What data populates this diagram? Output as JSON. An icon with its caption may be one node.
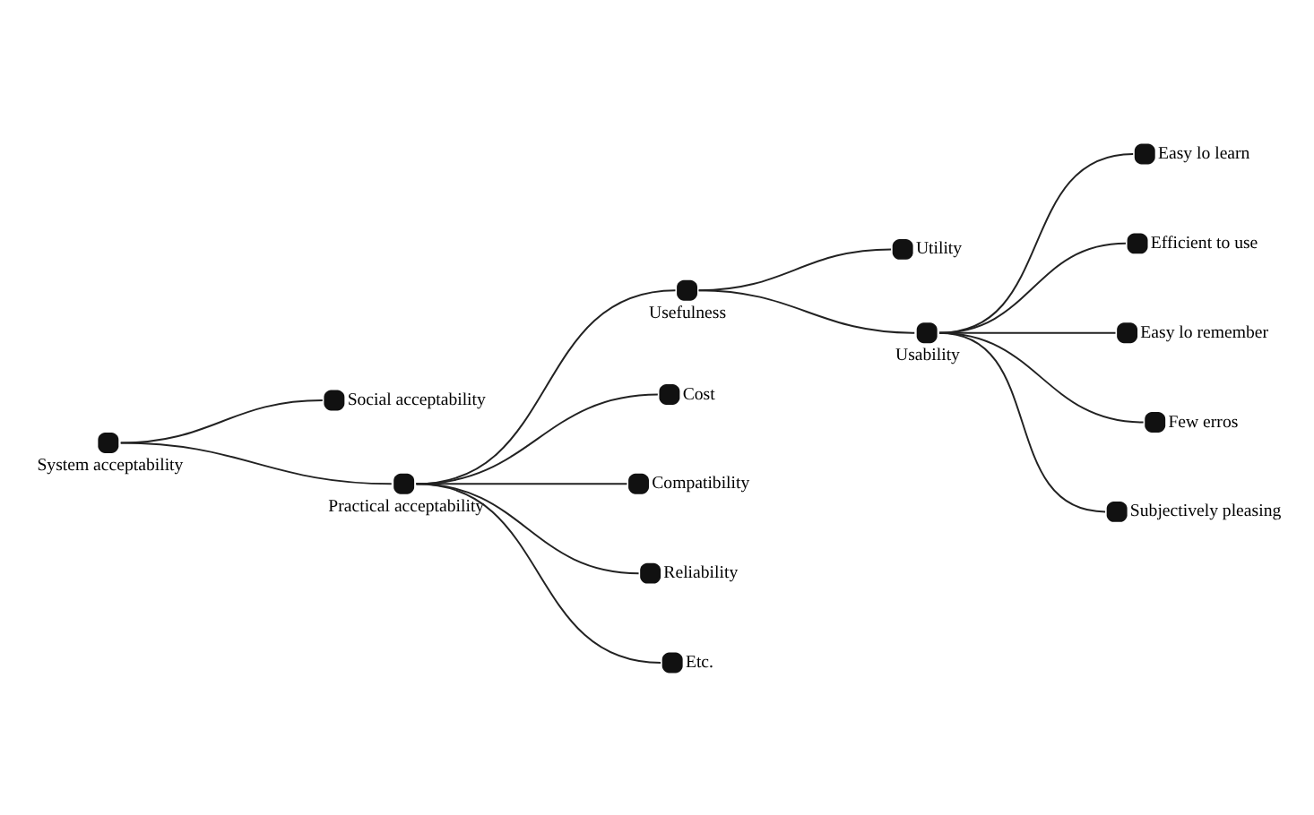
{
  "diagram": {
    "nodes": [
      {
        "text": [
          "System acceptability"
        ]
      },
      {
        "text": [
          "Social acceptability"
        ]
      },
      {
        "text": [
          "Practical acceptability"
        ]
      },
      {
        "text": [
          "Usefulness"
        ]
      },
      {
        "text": [
          "Cost"
        ]
      },
      {
        "text": [
          "Compatibility"
        ]
      },
      {
        "text": [
          "Reliability"
        ]
      },
      {
        "text": [
          "Etc."
        ]
      },
      {
        "text": [
          "Utility"
        ]
      },
      {
        "text": [
          "Usability"
        ]
      },
      {
        "text": [
          "Easy lo learn"
        ]
      },
      {
        "text": [
          "Efficient to use"
        ]
      },
      {
        "text": [
          "Easy lo remember"
        ]
      },
      {
        "text": [
          "Few erros"
        ]
      },
      {
        "text": [
          "Subjectively pleasing"
        ]
      }
    ],
    "edges": [
      {
        "from": 0,
        "to": 1,
        "arrow": "none"
      },
      {
        "from": 0,
        "to": 2,
        "arrow": "none"
      },
      {
        "from": 2,
        "to": 3,
        "arrow": "none"
      },
      {
        "from": 2,
        "to": 4,
        "arrow": "none"
      },
      {
        "from": 2,
        "to": 5,
        "arrow": "none"
      },
      {
        "from": 2,
        "to": 6,
        "arrow": "none"
      },
      {
        "from": 2,
        "to": 7,
        "arrow": "none"
      },
      {
        "from": 3,
        "to": 8,
        "arrow": "none"
      },
      {
        "from": 3,
        "to": 9,
        "arrow": "none"
      },
      {
        "from": 9,
        "to": 10,
        "arrow": "none"
      },
      {
        "from": 9,
        "to": 11,
        "arrow": "none"
      },
      {
        "from": 9,
        "to": 12,
        "arrow": "none"
      },
      {
        "from": 9,
        "to": 13,
        "arrow": "none"
      },
      {
        "from": 9,
        "to": 14,
        "arrow": "none"
      }
    ]
  }
}
